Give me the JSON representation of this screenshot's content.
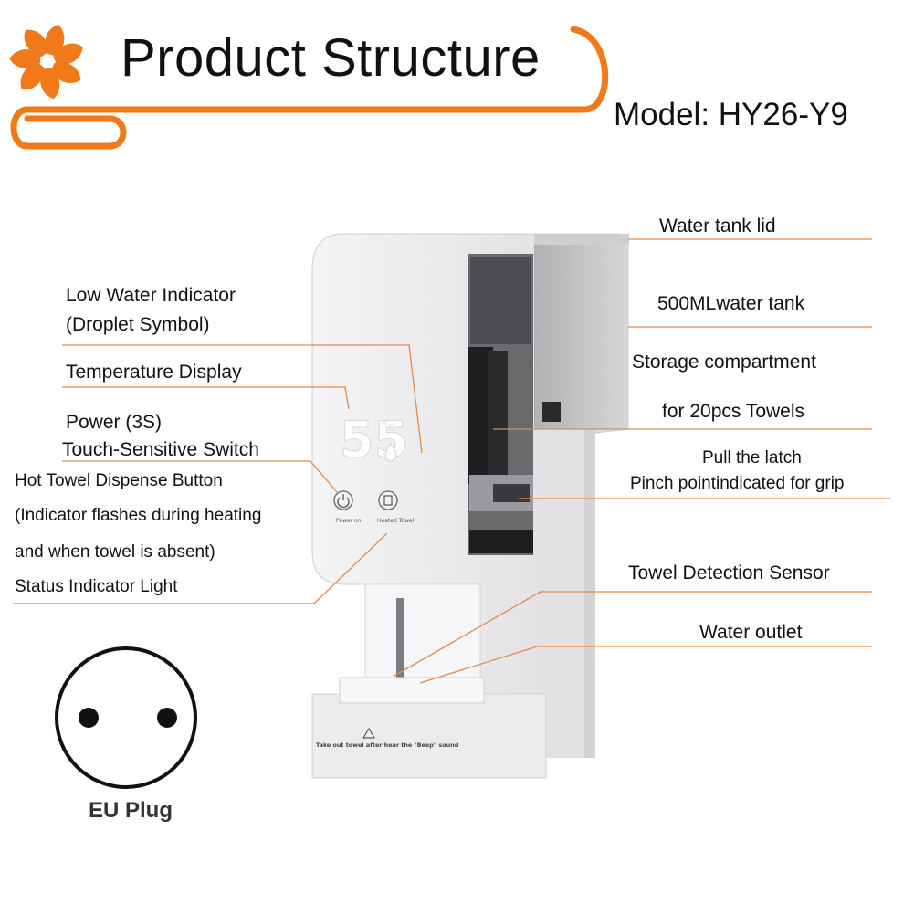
{
  "header": {
    "title": "Product Structure",
    "model": "Model: HY26-Y9"
  },
  "labels_left": {
    "low_water_1": "Low Water Indicator",
    "low_water_2": "(Droplet Symbol)",
    "temperature": "Temperature Display",
    "power_1": "Power (3S)",
    "power_2": "Touch-Sensitive Switch",
    "dispense_1": "Hot Towel Dispense Button",
    "dispense_2": "(Indicator flashes during heating",
    "dispense_3": "and when towel is absent)",
    "status_light": "Status Indicator Light"
  },
  "labels_right": {
    "lid": "Water tank lid",
    "tank": "500MLwater tank",
    "storage_1": "Storage compartment",
    "storage_2": "for 20pcs Towels",
    "latch_1": "Pull the latch",
    "latch_2": "Pinch pointindicated for grip",
    "sensor": "Towel Detection Sensor",
    "outlet": "Water outlet"
  },
  "device": {
    "display_value": "55",
    "display_unit": "°c",
    "button_left_caption": "Power on",
    "button_right_caption": "Heated Towel",
    "base_warning": "Take out towel after hear the \"Beep\" sound"
  },
  "plug": {
    "label": "EU Plug"
  },
  "colors": {
    "accent": "#f07a1a",
    "leader_line": "#e08a4a",
    "device_body": "#e9e9eb",
    "display": "#ffffff"
  },
  "icons": [
    "flower-logo-icon",
    "droplet-icon",
    "power-icon",
    "towel-icon",
    "warning-icon"
  ]
}
